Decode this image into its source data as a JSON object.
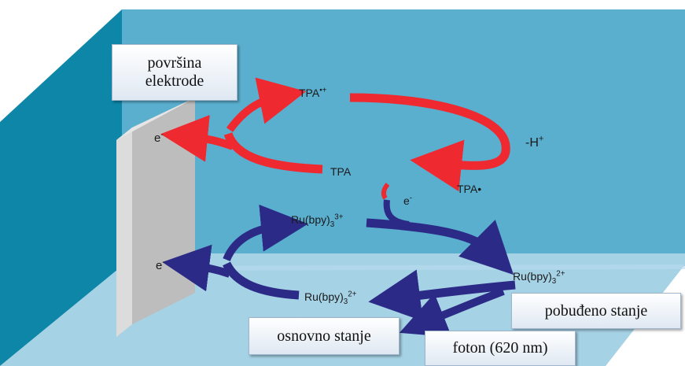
{
  "labels": {
    "surface_line1": "površina",
    "surface_line2": "elektrode",
    "electron": "e",
    "minus": "-",
    "tpa_radical_cation": "TPA",
    "dot_plus": "•+",
    "tpa": "TPA",
    "minus_h": "-H",
    "plus": "+",
    "tpa_radical": "TPA•",
    "ru_base": "Ru(bpy)",
    "sub3": "3",
    "charge3": "3+",
    "charge2": "2+",
    "excited_state": "pobuđeno stanje",
    "ground_state": "osnovno stanje",
    "photon": "foton (620 nm)"
  },
  "colors": {
    "back_wall": "#5aafcf",
    "left_wall": "#0e86a8",
    "floor": "#a6d2e6",
    "electrode": "#bdbdbd",
    "red_arrow": "#ee2a30",
    "blue_arrow": "#2b2a86"
  }
}
